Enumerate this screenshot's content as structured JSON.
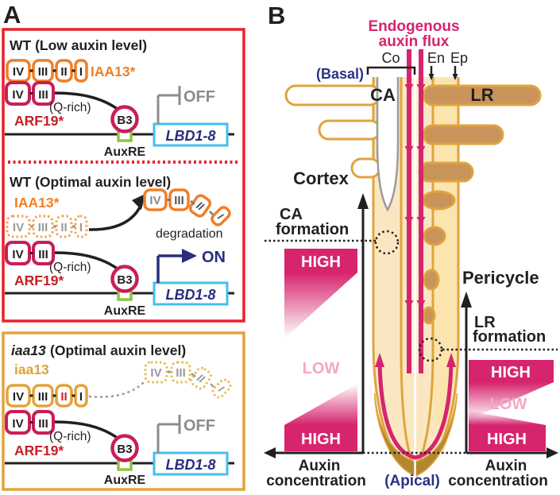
{
  "colors": {
    "red_frame": "#E8222A",
    "gold_frame": "#E2A33D",
    "orange": "#F07E27",
    "faded_orange": "#F2A455",
    "magenta_domain": "#C81E5C",
    "arf_red": "#C42127",
    "mutant_red": "#D3222A",
    "gold_label": "#DFA13C",
    "lbd_blue": "#45BEEE",
    "navy": "#2A2E7E",
    "gray_off": "#8C8C8E",
    "auxre_green": "#8CC63F",
    "flux_magenta": "#D6246E",
    "low_pink": "#F4A7C6",
    "root_cream": "#FAE7C2",
    "root_yellow": "#FBE4AE",
    "lr_brown": "#C9945A",
    "cap_brown": "#B1882F"
  },
  "shared": {
    "domains": [
      "IV",
      "III",
      "II",
      "I"
    ],
    "qrich": "(Q-rich)",
    "b3": "B3",
    "auxre": "AuxRE",
    "gene": "LBD1-8",
    "arf19": "ARF19*",
    "off": "OFF",
    "on": "ON"
  },
  "panelA": {
    "label": "A",
    "wt_low": {
      "title": "WT (Low auxin level)",
      "iaa13": "IAA13*"
    },
    "wt_optimal": {
      "title": "WT (Optimal auxin level)",
      "iaa13": "IAA13*",
      "degradation": "degradation"
    },
    "iaa13_mutant": {
      "title_gene": "iaa13",
      "title_rest": "(Optimal auxin level)",
      "iaa13": "iaa13"
    }
  },
  "panelB": {
    "label": "B",
    "flux_line1": "Endogenous",
    "flux_line2": "auxin flux",
    "co": "Co",
    "en": "En",
    "ep": "Ep",
    "basal": "(Basal)",
    "apical": "(Apical)",
    "ca": "CA",
    "lr": "LR",
    "cortex": "Cortex",
    "pericycle": "Pericycle",
    "ca_formation_line1": "CA",
    "ca_formation_line2": "formation",
    "lr_formation_line1": "LR",
    "lr_formation_line2": "formation",
    "high": "HIGH",
    "low": "LOW",
    "axis_line1": "Auxin",
    "axis_line2": "concentration"
  }
}
